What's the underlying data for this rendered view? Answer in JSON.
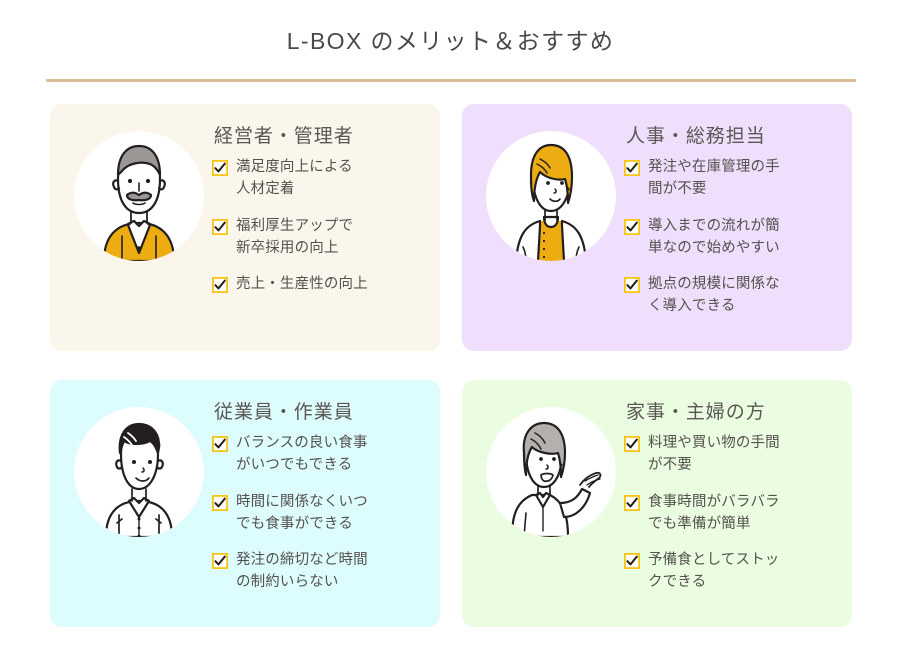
{
  "header": {
    "title": "L-BOX のメリット＆おすすめ",
    "rule_color": "#ddbe9a"
  },
  "icons": {
    "check": "check-box-icon",
    "check_border_color": "#f5c515",
    "check_mark_color": "#241d16"
  },
  "cards": [
    {
      "id": "owner-manager",
      "heading": "経営者・管理者",
      "background": "#faf6ec",
      "avatar_name": "avatar-older-businessman",
      "items": [
        "満足度向上による\n人材定着",
        "福利厚生アップで\n新卒採用の向上",
        "売上・生産性の向上"
      ]
    },
    {
      "id": "hr-admin",
      "heading": "人事・総務担当",
      "background": "#efdefc",
      "avatar_name": "avatar-hr-woman",
      "items": [
        "発注や在庫管理の手\n間が不要",
        "導入までの流れが簡\n単なので始めやすい",
        "拠点の規模に関係な\nく導入できる"
      ]
    },
    {
      "id": "employee-worker",
      "heading": "従業員・作業員",
      "background": "#dcfcfe",
      "avatar_name": "avatar-young-man",
      "items": [
        "バランスの良い食事\nがいつでもできる",
        "時間に関係なくいつ\nでも食事ができる",
        "発注の締切など時間\nの制約いらない"
      ]
    },
    {
      "id": "homemaker",
      "heading": "家事・主婦の方",
      "background": "#eafde0",
      "avatar_name": "avatar-older-woman",
      "items": [
        "料理や買い物の手間\nが不要",
        "食事時間がバラバラ\nでも準備が簡単",
        "予備食としてストッ\nクできる"
      ]
    }
  ]
}
